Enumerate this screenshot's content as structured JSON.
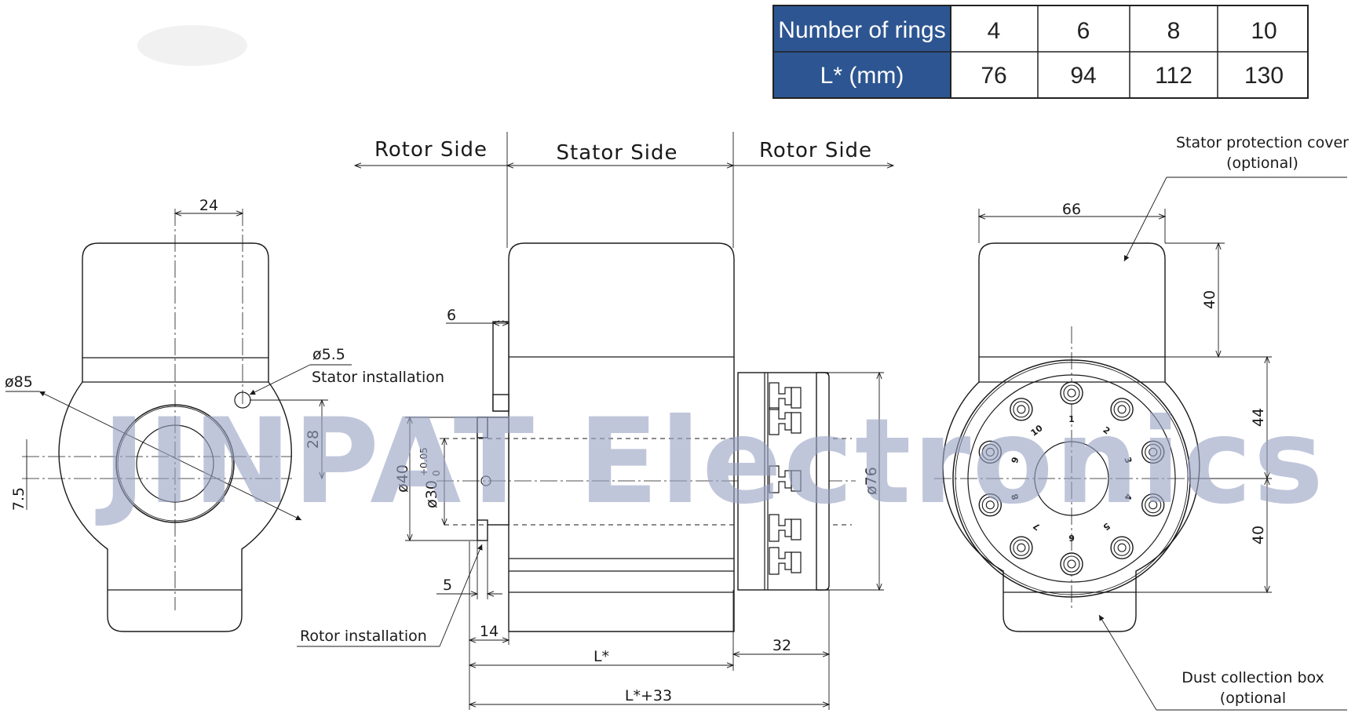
{
  "table": {
    "row1_label": "Number of rings",
    "row2_label": "L*  (mm)",
    "rings": [
      "4",
      "6",
      "8",
      "10"
    ],
    "lengths": [
      "76",
      "94",
      "112",
      "130"
    ]
  },
  "labels": {
    "rotor_side_left": "Rotor  Side",
    "stator_side": "Stator  Side",
    "rotor_side_right": "Rotor  Side",
    "stator_cover_1": "Stator  protection  cover",
    "stator_cover_2": "(optional)",
    "stator_installation": "Stator  installation",
    "rotor_installation": "Rotor  installation",
    "dust_box_1": "Dust  collection  box",
    "dust_box_2": "(optional"
  },
  "dimensions": {
    "d24": "24",
    "d85": "ø85",
    "d5_5": "ø5.5",
    "d28": "28",
    "d7_5": "7.5",
    "d6": "6",
    "d40": "ø40",
    "d30": "ø30",
    "d30_tol_upper": "+0.05",
    "d30_tol_lower": "0",
    "d76": "ø76",
    "d5": "5",
    "d14": "14",
    "dL": "L*",
    "d32": "32",
    "dL33": "L*+33",
    "d66": "66",
    "d40_right": "40",
    "d44": "44",
    "d40_bottom": "40"
  },
  "ring_numbers": [
    "1",
    "2",
    "3",
    "4",
    "5",
    "6",
    "7",
    "8",
    "9",
    "10"
  ],
  "watermark": "JINPAT Electronics",
  "colors": {
    "table_header": "#2d5591",
    "watermark": "#9aa3c3",
    "line": "#1a1a1a"
  }
}
